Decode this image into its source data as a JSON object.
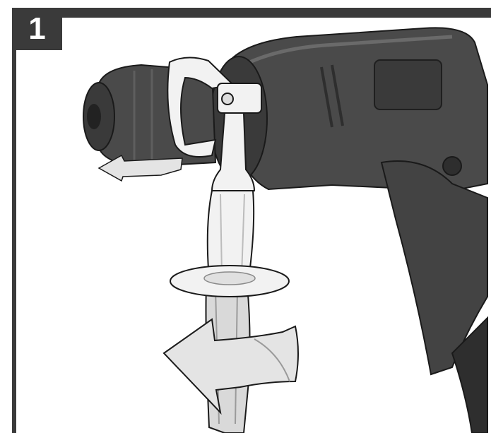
{
  "figure": {
    "step_number": "1",
    "colors": {
      "frame": "#3a3a3a",
      "drill_body": "#4a4a4a",
      "drill_dark": "#2e2e2e",
      "handle_fill": "#f2f2f2",
      "arrow_fill": "#e4e4e4",
      "outline": "#1a1a1a"
    },
    "icons": [
      "drill-illustration",
      "side-handle",
      "direction-arrow",
      "rotate-arrow"
    ]
  }
}
